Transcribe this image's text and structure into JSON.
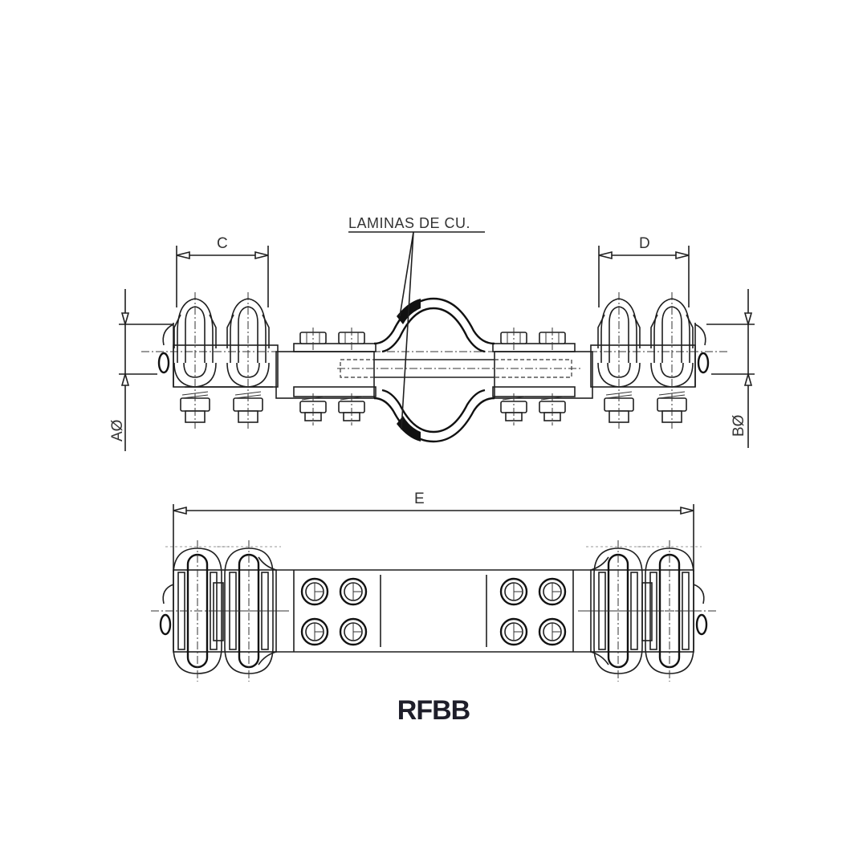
{
  "drawing": {
    "part_code": "RFBB",
    "callout_label": "LAMINAS DE CU.",
    "dimensions": {
      "C": "C",
      "D": "D",
      "E": "E",
      "A_diameter": "AØ",
      "B_diameter": "BØ"
    },
    "views": [
      "front-view",
      "top-view"
    ],
    "colors": {
      "line": "#1f1f1f",
      "text": "#333333",
      "title": "#1e1e2a",
      "background": "#ffffff"
    }
  }
}
